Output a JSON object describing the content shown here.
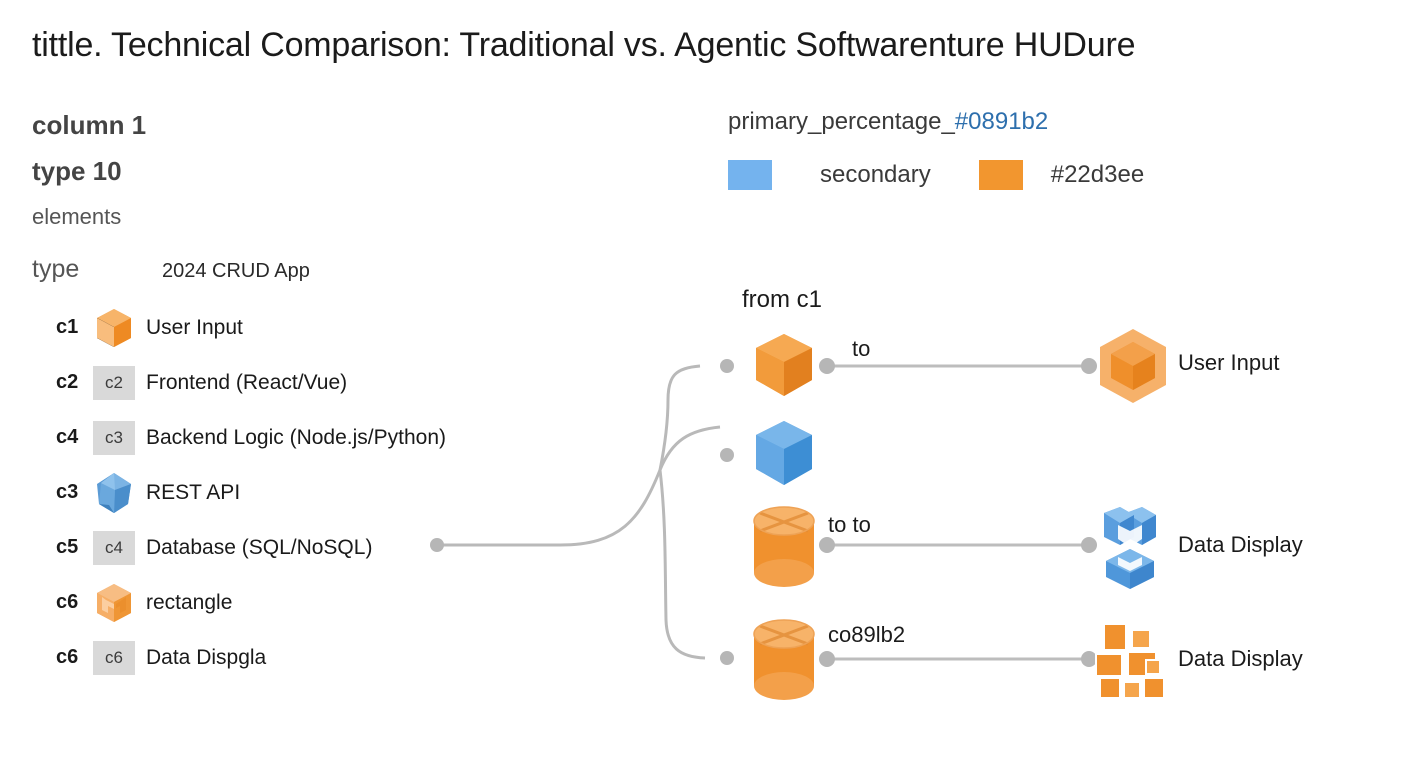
{
  "title": "tittle. Technical Comparison: Traditional vs. Agentic Softwarenture HUDure",
  "left_panel": {
    "heading_1": "column 1",
    "heading_2": "type 10",
    "subheading": "elements",
    "type_label": "type",
    "app_label": "2024 CRUD App",
    "rows": [
      {
        "code": "c1",
        "slot_type": "icon",
        "icon": "orange-cube-icon",
        "chip": "",
        "label": "User Input"
      },
      {
        "code": "c2",
        "slot_type": "chip",
        "icon": "",
        "chip": "c2",
        "label": "Frontend (React/Vue)"
      },
      {
        "code": "c4",
        "slot_type": "chip",
        "icon": "",
        "chip": "c3",
        "label": "Backend Logic (Node.js/Python)"
      },
      {
        "code": "c3",
        "slot_type": "icon",
        "icon": "blue-polyhedron-icon",
        "chip": "",
        "label": "REST API"
      },
      {
        "code": "c5",
        "slot_type": "chip",
        "icon": "",
        "chip": "c4",
        "label": "Database (SQL/NoSQL)"
      },
      {
        "code": "c6",
        "slot_type": "icon",
        "icon": "orange-notch-cube-icon",
        "chip": "",
        "label": "rectangle"
      },
      {
        "code": "c6",
        "slot_type": "chip",
        "icon": "",
        "chip": "c6",
        "label": "Data Dispgla"
      }
    ]
  },
  "legend": {
    "primary_text": "primary_percentage_",
    "primary_hex": "#0891b2",
    "primary_hex_color": "#2d6fad",
    "secondary_label": "secondary",
    "secondary_swatch_color": "#74b3ee",
    "accent_hex": "#22d3ee",
    "accent_swatch_color": "#f2962f"
  },
  "diagram": {
    "from_label": "from c1",
    "connections": [
      {
        "edge_label": "to",
        "source_icon": "orange-cube-icon",
        "target_icon": "orange-hexagon-icon",
        "target_label": "User Input"
      },
      {
        "edge_label": "",
        "source_icon": "blue-cube-icon",
        "target_icon": "",
        "target_label": ""
      },
      {
        "edge_label": "to to",
        "source_icon": "orange-cylinder-icon",
        "target_icon": "blue-stacked-cubes-icon",
        "target_label": "Data Display"
      },
      {
        "edge_label": "co89lb2",
        "source_icon": "orange-cylinder-icon",
        "target_icon": "orange-squares-icon",
        "target_label": "Data Display"
      }
    ]
  },
  "colors": {
    "background": "#ffffff",
    "wire": "#b3b3b3",
    "dot": "#b0b0b0",
    "orange": "#f08a2a",
    "blue": "#5b9bd5"
  }
}
